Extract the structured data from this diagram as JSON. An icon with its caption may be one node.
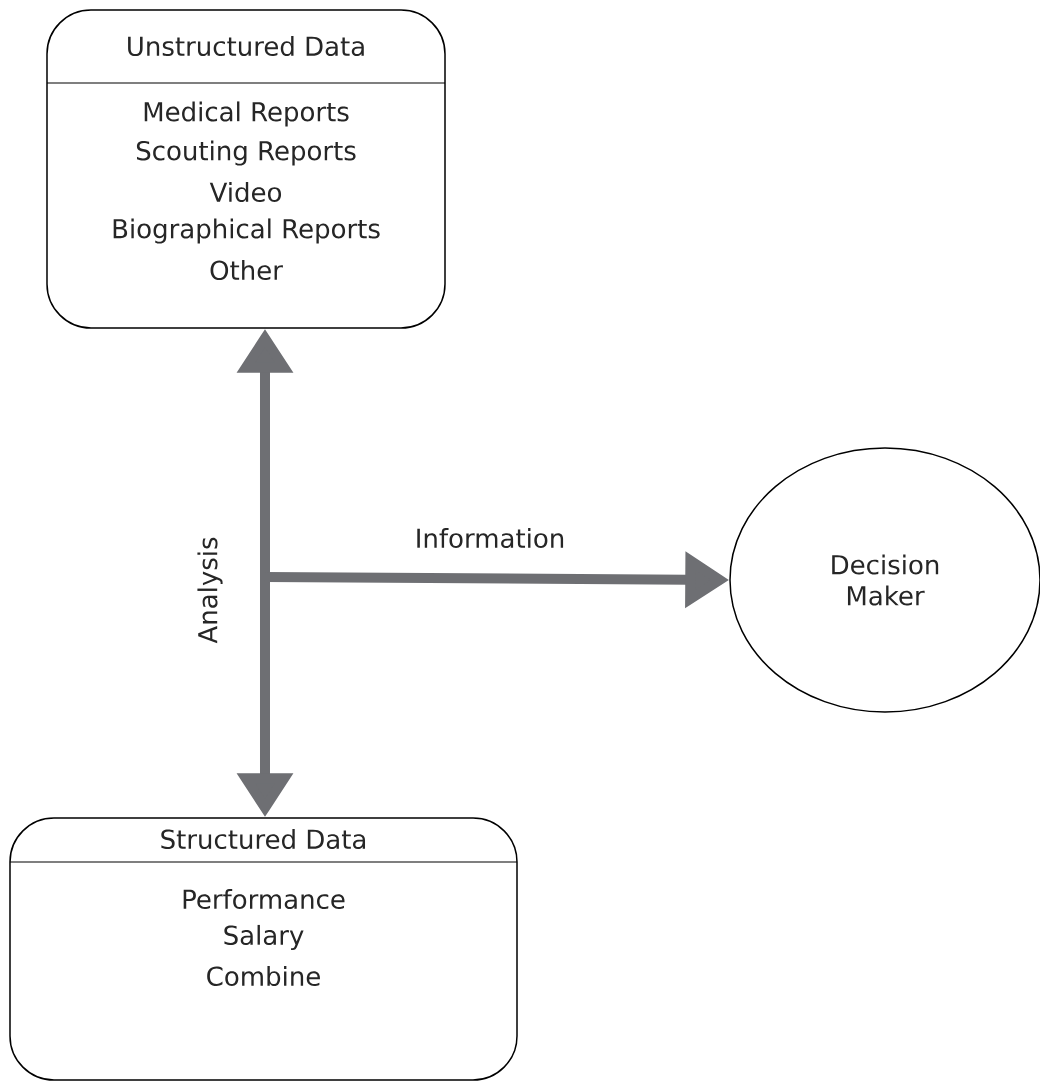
{
  "diagram": {
    "nodes": [
      {
        "text": [
          "Unstructured Data",
          "Medical Reports",
          "Scouting Reports",
          "Video",
          "Biographical Reports",
          "Other"
        ]
      },
      {
        "text": [
          "Structured Data",
          "Performance",
          "Salary",
          "Combine"
        ]
      },
      {
        "text": [
          "Decision Maker"
        ]
      }
    ],
    "edges": [
      {
        "from": 0,
        "to": 1,
        "arrow": "both",
        "label": "Analysis"
      },
      {
        "from": null,
        "to": 2,
        "arrow": "to",
        "label": "Information"
      }
    ]
  }
}
